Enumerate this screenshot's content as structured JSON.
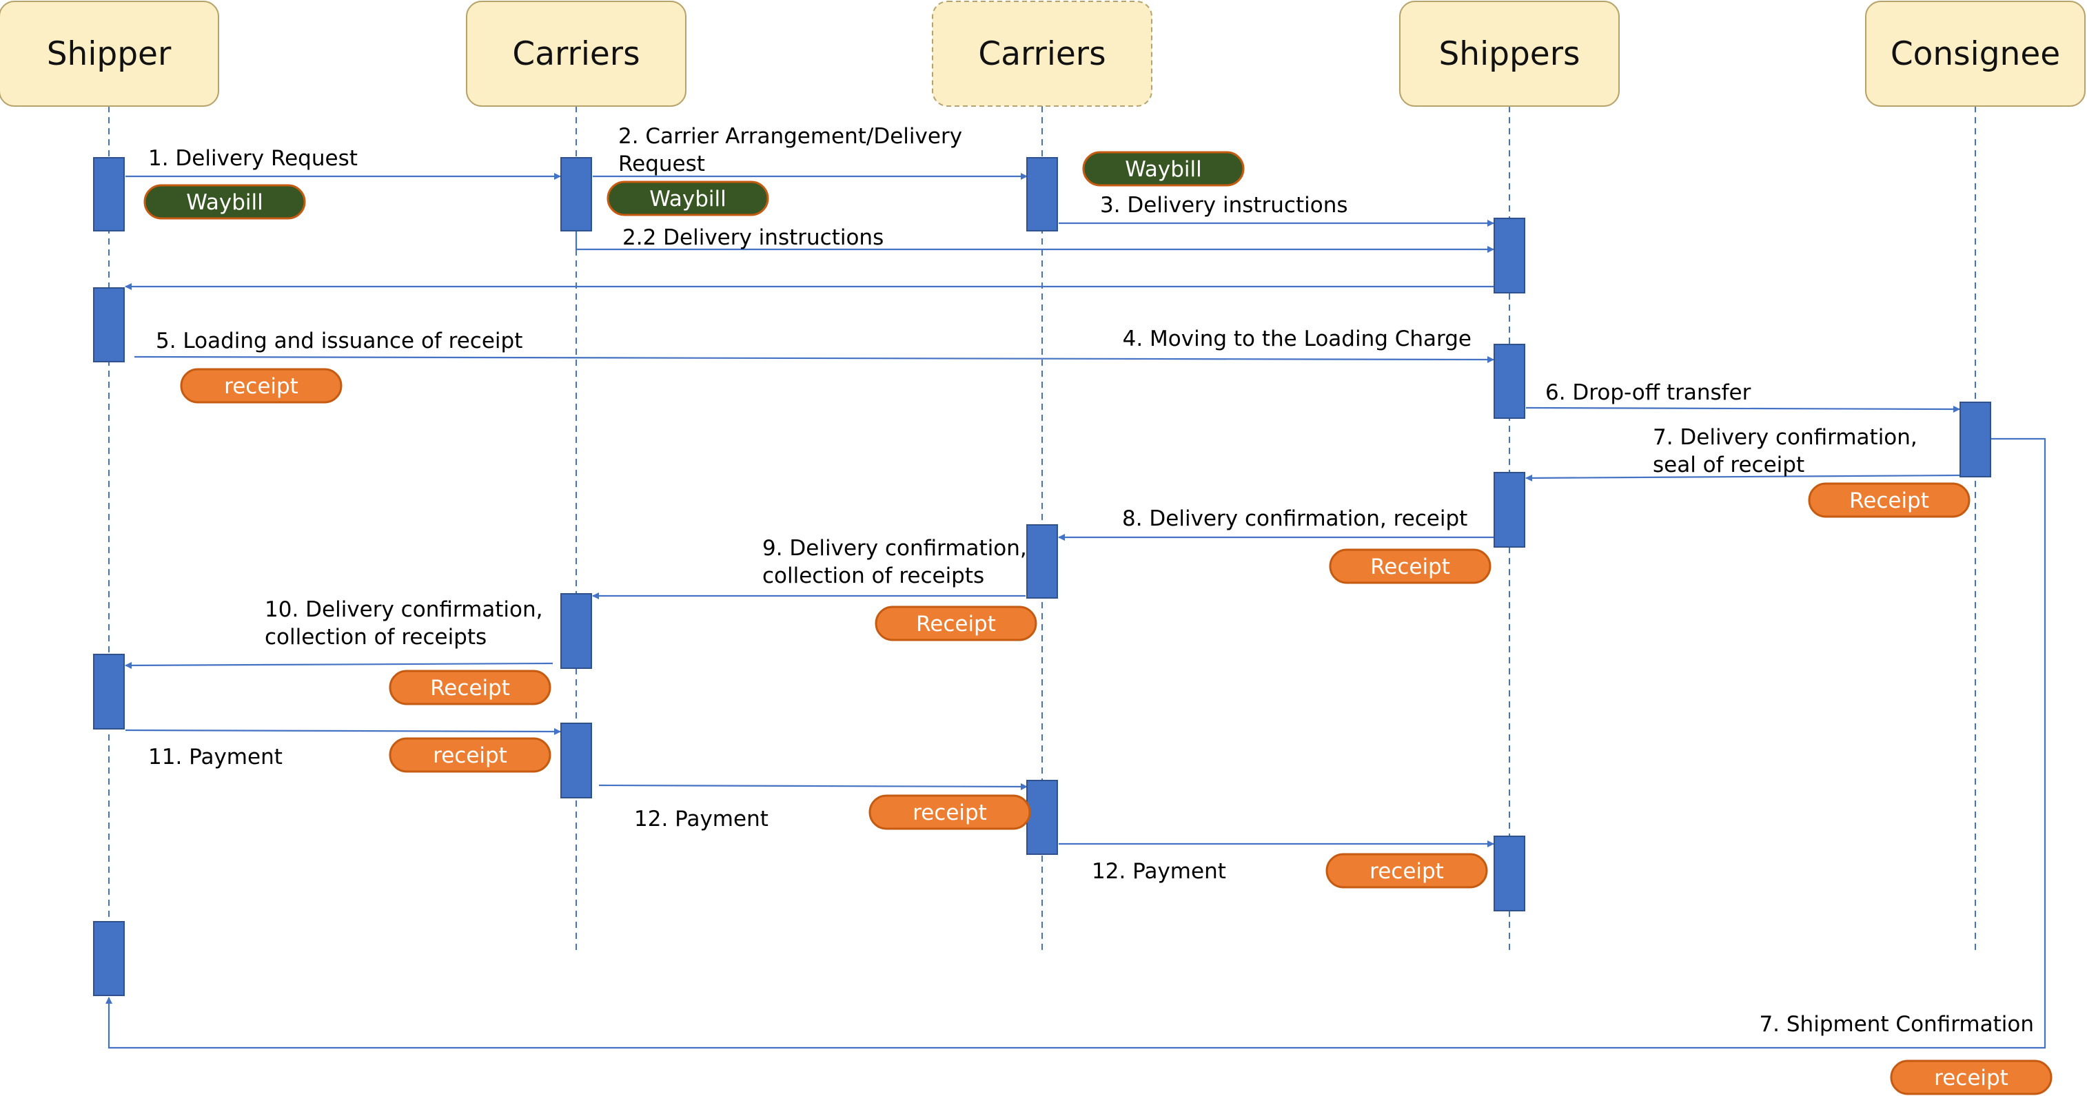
{
  "colors": {
    "participant_fill": "#fdefc5",
    "participant_stroke": "#b7a26a",
    "lifeline": "#4472c4",
    "activation_fill": "#4472c4",
    "activation_stroke": "#2f528f",
    "arrow": "#4472c4",
    "waybill_fill": "#375623",
    "waybill_stroke": "#c55a11",
    "receipt_fill": "#ed7d31",
    "receipt_stroke": "#c55a11"
  },
  "participants": [
    {
      "label": "Shipper"
    },
    {
      "label": "Carriers"
    },
    {
      "label": "Carriers"
    },
    {
      "label": "Shippers"
    },
    {
      "label": "Consignee"
    }
  ],
  "messages": [
    {
      "lines": [
        "1. Delivery Request"
      ]
    },
    {
      "lines": [
        "2. Carrier Arrangement/Delivery",
        "Request"
      ]
    },
    {
      "lines": [
        "3. Delivery instructions"
      ]
    },
    {
      "lines": [
        "2.2 Delivery instructions"
      ]
    },
    {
      "lines": [
        "5. Loading and issuance of receipt"
      ]
    },
    {
      "lines": [
        "4. Moving to the Loading Charge"
      ]
    },
    {
      "lines": [
        "6. Drop-off transfer"
      ]
    },
    {
      "lines": [
        "7. Delivery confirmation,",
        "seal of receipt"
      ]
    },
    {
      "lines": [
        "8. Delivery confirmation, receipt"
      ]
    },
    {
      "lines": [
        "9. Delivery confirmation,",
        "collection of receipts"
      ]
    },
    {
      "lines": [
        "10. Delivery confirmation,",
        "collection of receipts"
      ]
    },
    {
      "lines": [
        "11. Payment"
      ]
    },
    {
      "lines": [
        "12. Payment"
      ]
    },
    {
      "lines": [
        "12. Payment"
      ]
    },
    {
      "lines": [
        "7. Shipment Confirmation"
      ]
    }
  ],
  "badges": [
    {
      "type": "waybill",
      "text": "Waybill"
    },
    {
      "type": "waybill",
      "text": "Waybill"
    },
    {
      "type": "waybill",
      "text": "Waybill"
    },
    {
      "type": "receipt",
      "text": "receipt"
    },
    {
      "type": "receipt",
      "text": "Receipt"
    },
    {
      "type": "receipt",
      "text": "Receipt"
    },
    {
      "type": "receipt",
      "text": "Receipt"
    },
    {
      "type": "receipt",
      "text": "Receipt"
    },
    {
      "type": "receipt",
      "text": "receipt"
    },
    {
      "type": "receipt",
      "text": "receipt"
    },
    {
      "type": "receipt",
      "text": "receipt"
    },
    {
      "type": "receipt",
      "text": "receipt"
    }
  ]
}
